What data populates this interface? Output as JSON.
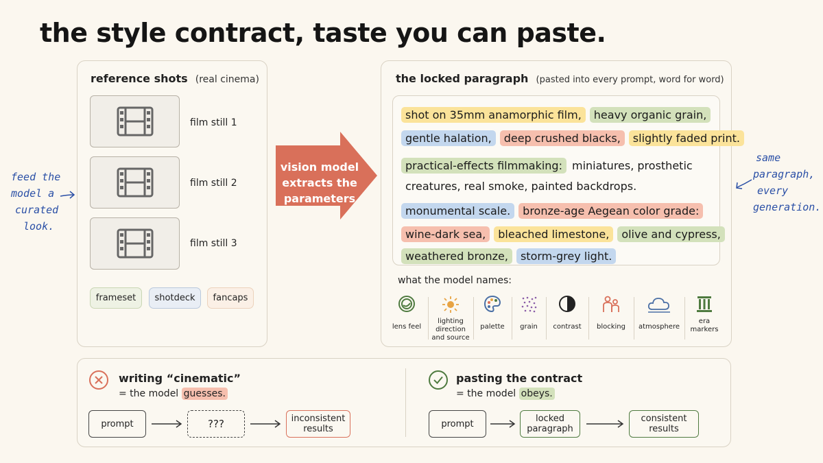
{
  "title": "the style contract, taste you can paste.",
  "left_card": {
    "title": "reference shots",
    "subtitle": "(real cinema)",
    "stills": [
      {
        "label": "film still 1",
        "icon": "film-strip-icon"
      },
      {
        "label": "film still 2",
        "icon": "film-strip-icon"
      },
      {
        "label": "film still 3",
        "icon": "film-strip-icon"
      }
    ],
    "sources": [
      "frameset",
      "shotdeck",
      "fancaps"
    ]
  },
  "arrow": {
    "line1": "vision model",
    "line2": "extracts the",
    "line3": "parameters"
  },
  "left_note": [
    "feed the",
    "model a",
    "curated",
    "look."
  ],
  "right_note": [
    "same",
    "paragraph,",
    "every",
    "generation."
  ],
  "right_card": {
    "title": "the locked paragraph",
    "subtitle": "(pasted into every prompt, word for word)",
    "lines": [
      [
        "shot on 35mm anamorphic film,",
        "heavy organic grain,"
      ],
      [
        "gentle halation,",
        "deep crushed blacks,",
        "slightly faded print."
      ],
      [
        "practical-effects filmmaking:",
        "miniatures, prosthetic"
      ],
      [
        "creatures, real smoke, painted backdrops."
      ],
      [
        "monumental scale.",
        "bronze-age Aegean color grade:"
      ],
      [
        "wine-dark sea,",
        "bleached limestone,",
        "olive and cypress,"
      ],
      [
        "weathered bronze,",
        "storm-grey light."
      ]
    ],
    "names_label": "what the model names:",
    "names": [
      {
        "label": "lens feel",
        "icon": "lens-icon"
      },
      {
        "label": "lighting direction and source",
        "icon": "sun-icon"
      },
      {
        "label": "palette",
        "icon": "palette-icon"
      },
      {
        "label": "grain",
        "icon": "grain-icon"
      },
      {
        "label": "contrast",
        "icon": "contrast-icon"
      },
      {
        "label": "blocking",
        "icon": "people-icon"
      },
      {
        "label": "atmosphere",
        "icon": "cloud-icon"
      },
      {
        "label": "era markers",
        "icon": "column-icon"
      }
    ]
  },
  "bottom": {
    "bad": {
      "heading": "writing “cinematic”",
      "sub_prefix": "= the model",
      "sub_mark": "guesses.",
      "flow": [
        "prompt",
        "???",
        "inconsistent results"
      ]
    },
    "good": {
      "heading": "pasting the contract",
      "sub_prefix": "= the model",
      "sub_mark": "obeys.",
      "flow": [
        "prompt",
        "locked paragraph",
        "consistent results"
      ]
    }
  },
  "colors": {
    "yellow": "#fbe39a",
    "green": "#d3e1bb",
    "blue": "#c3d7ee",
    "red": "#f6bfae",
    "arrow": "#d9705a",
    "handwriting": "#2a4fa6"
  }
}
